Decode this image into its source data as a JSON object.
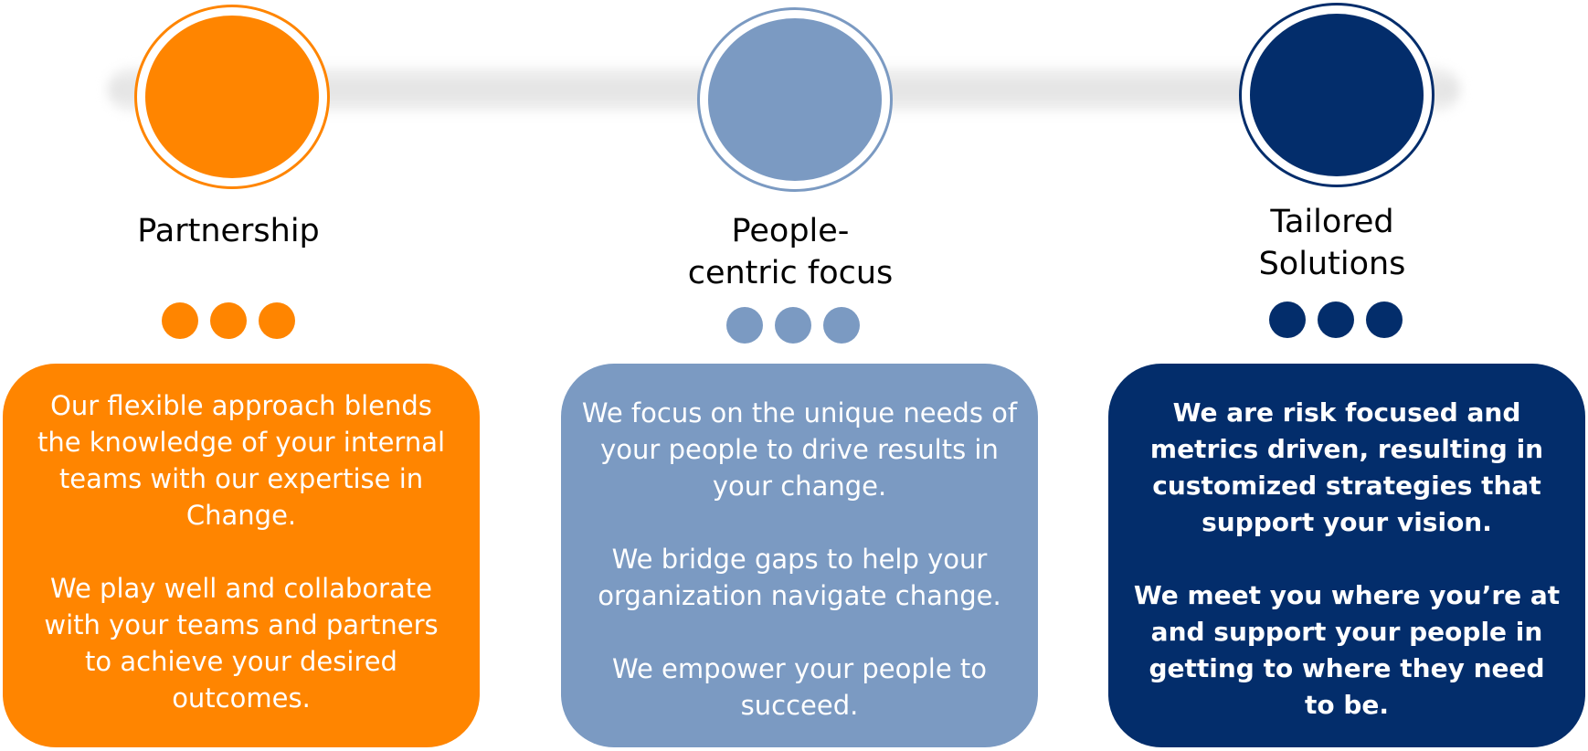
{
  "diagram": {
    "pillars": [
      {
        "title": "Partnership",
        "color": "#FF8500",
        "paragraphs": [
          "Our flexible approach blends the knowledge of your internal teams with our expertise in Change.",
          "We play well and collaborate with your teams and partners to achieve your desired outcomes."
        ]
      },
      {
        "title": "People-centric focus",
        "color": "#7B9AC2",
        "paragraphs": [
          "We focus on the unique needs of your people to drive results in your change.",
          "We bridge gaps to help your organization navigate change.",
          "We empower your people to succeed."
        ]
      },
      {
        "title": "Tailored Solutions",
        "color": "#032D6B",
        "paragraphs": [
          "We are risk focused and metrics driven, resulting in customized strategies that support your vision.",
          "We meet you where you’re at and support your people in getting to where they need to be."
        ]
      }
    ]
  }
}
